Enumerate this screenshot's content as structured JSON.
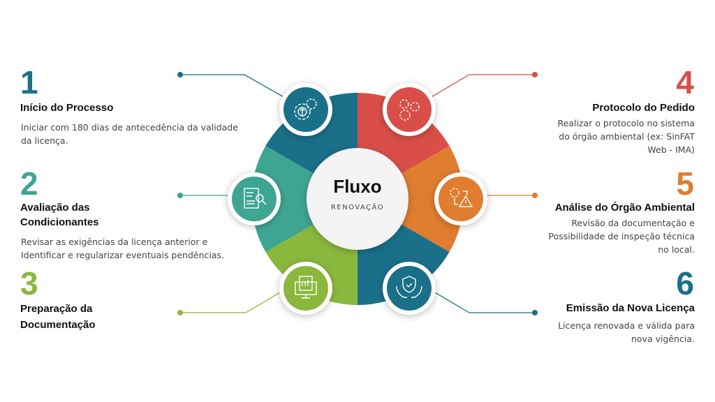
{
  "center": {
    "title": "Fluxo",
    "subtitle": "RENOVAÇÃO"
  },
  "colors": {
    "blue": "#1a6f89",
    "red": "#d94e48",
    "orange": "#e07d2e",
    "teal": "#3fa593",
    "green": "#8ab83d"
  },
  "steps": [
    {
      "number": "1",
      "title": "Início do Processo",
      "desc": [
        "Iniciar com 180 dias de antecedência da validade",
        "da licença."
      ],
      "icon": "gears-leaf-icon"
    },
    {
      "number": "2",
      "title": [
        "Avaliação das",
        "Condicionantes"
      ],
      "desc": [
        "Revisar as exigências da licença anterior e",
        "Identificar e regularizar eventuais pendências."
      ],
      "icon": "document-search-icon"
    },
    {
      "number": "3",
      "title": [
        "Preparação da",
        "Documentação"
      ],
      "icon": "monitor-report-icon"
    },
    {
      "number": "4",
      "title": "Protocolo do Pedido",
      "desc": [
        "Realizar o protocolo no sistema",
        "do órgão ambiental (ex: SinFAT",
        "Web - IMA)"
      ],
      "icon": "gears-icon"
    },
    {
      "number": "5",
      "title": "Análise do Órgão Ambiental",
      "desc": [
        "Revisão da documentação e",
        "Possibilidade de inspeção técnica",
        "no local."
      ],
      "icon": "gear-warning-icon"
    },
    {
      "number": "6",
      "title": "Emissão da Nova Licença",
      "desc": [
        "Licença renovada e válida para",
        "nova vigência."
      ],
      "icon": "shield-hands-icon"
    }
  ]
}
